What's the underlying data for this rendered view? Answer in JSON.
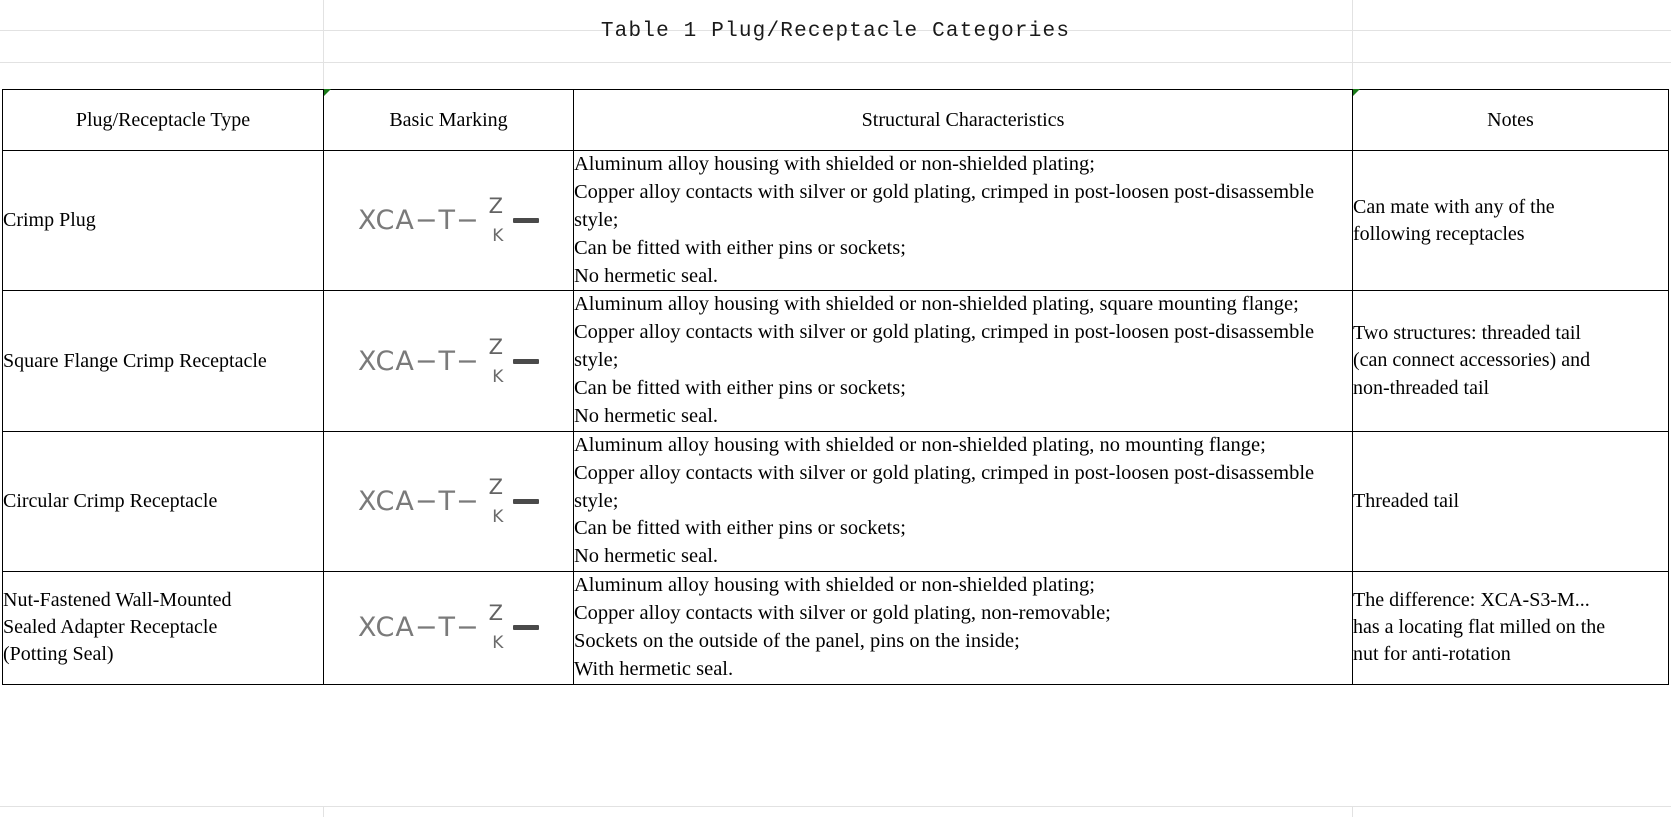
{
  "document": {
    "title": "Table 1 Plug/Receptacle Categories"
  },
  "table": {
    "headers": [
      "Plug/Receptacle Type",
      "Basic Marking",
      "Structural Characteristics",
      "Notes"
    ],
    "marking": {
      "prefix": "XCA−T−",
      "stack_top": "Z",
      "stack_bottom": "K",
      "suffix_dash": "—"
    },
    "rows": [
      {
        "type_lines": [
          "Crimp Plug"
        ],
        "marking": {
          "prefix": "XCA−T−",
          "stack_top": "Z",
          "stack_bottom": "K"
        },
        "structural_lines": [
          "Aluminum alloy housing with shielded or non-shielded plating;",
          "Copper alloy contacts with silver or gold plating, crimped in post-loosen post-disassemble style;",
          "Can be fitted with either pins or sockets;",
          "No hermetic seal."
        ],
        "notes_lines": [
          "Can mate with any of the",
          "following receptacles"
        ]
      },
      {
        "type_lines": [
          "Square Flange Crimp Receptacle"
        ],
        "marking": {
          "prefix": "XCA−T−",
          "stack_top": "Z",
          "stack_bottom": "K"
        },
        "structural_lines": [
          "Aluminum alloy housing with shielded or non-shielded plating, square mounting flange;",
          "Copper alloy contacts with silver or gold plating, crimped in post-loosen post-disassemble style;",
          "Can be fitted with either pins or sockets;",
          "No hermetic seal."
        ],
        "notes_lines": [
          "Two structures: threaded tail",
          "(can connect accessories) and",
          "non-threaded tail"
        ]
      },
      {
        "type_lines": [
          "Circular Crimp Receptacle"
        ],
        "marking": {
          "prefix": "XCA−T−",
          "stack_top": "Z",
          "stack_bottom": "K"
        },
        "structural_lines": [
          "Aluminum alloy housing with shielded or non-shielded plating, no mounting flange;",
          "Copper alloy contacts with silver or gold plating, crimped in post-loosen post-disassemble style;",
          "Can be fitted with either pins or sockets;",
          "No hermetic seal."
        ],
        "notes_lines": [
          "Threaded tail"
        ]
      },
      {
        "type_lines": [
          "Nut-Fastened Wall-Mounted",
          "Sealed Adapter Receptacle",
          "(Potting Seal)"
        ],
        "marking": {
          "prefix": "XCA−T−",
          "stack_top": "Z",
          "stack_bottom": "K"
        },
        "structural_lines": [
          "Aluminum alloy housing with shielded or non-shielded plating;",
          "Copper alloy contacts with silver or gold plating, non-removable;",
          "Sockets on the outside of the panel, pins on the inside;",
          "With hermetic seal."
        ],
        "notes_lines": [
          "The difference: XCA-S3-M...",
          "has a locating flat milled on the",
          "nut for anti-rotation"
        ]
      }
    ]
  },
  "colors": {
    "border": "#000000",
    "grid": "#e2e2e2",
    "comment_marker": "#1a7a18",
    "marking_ink": "#7a7a7a"
  }
}
